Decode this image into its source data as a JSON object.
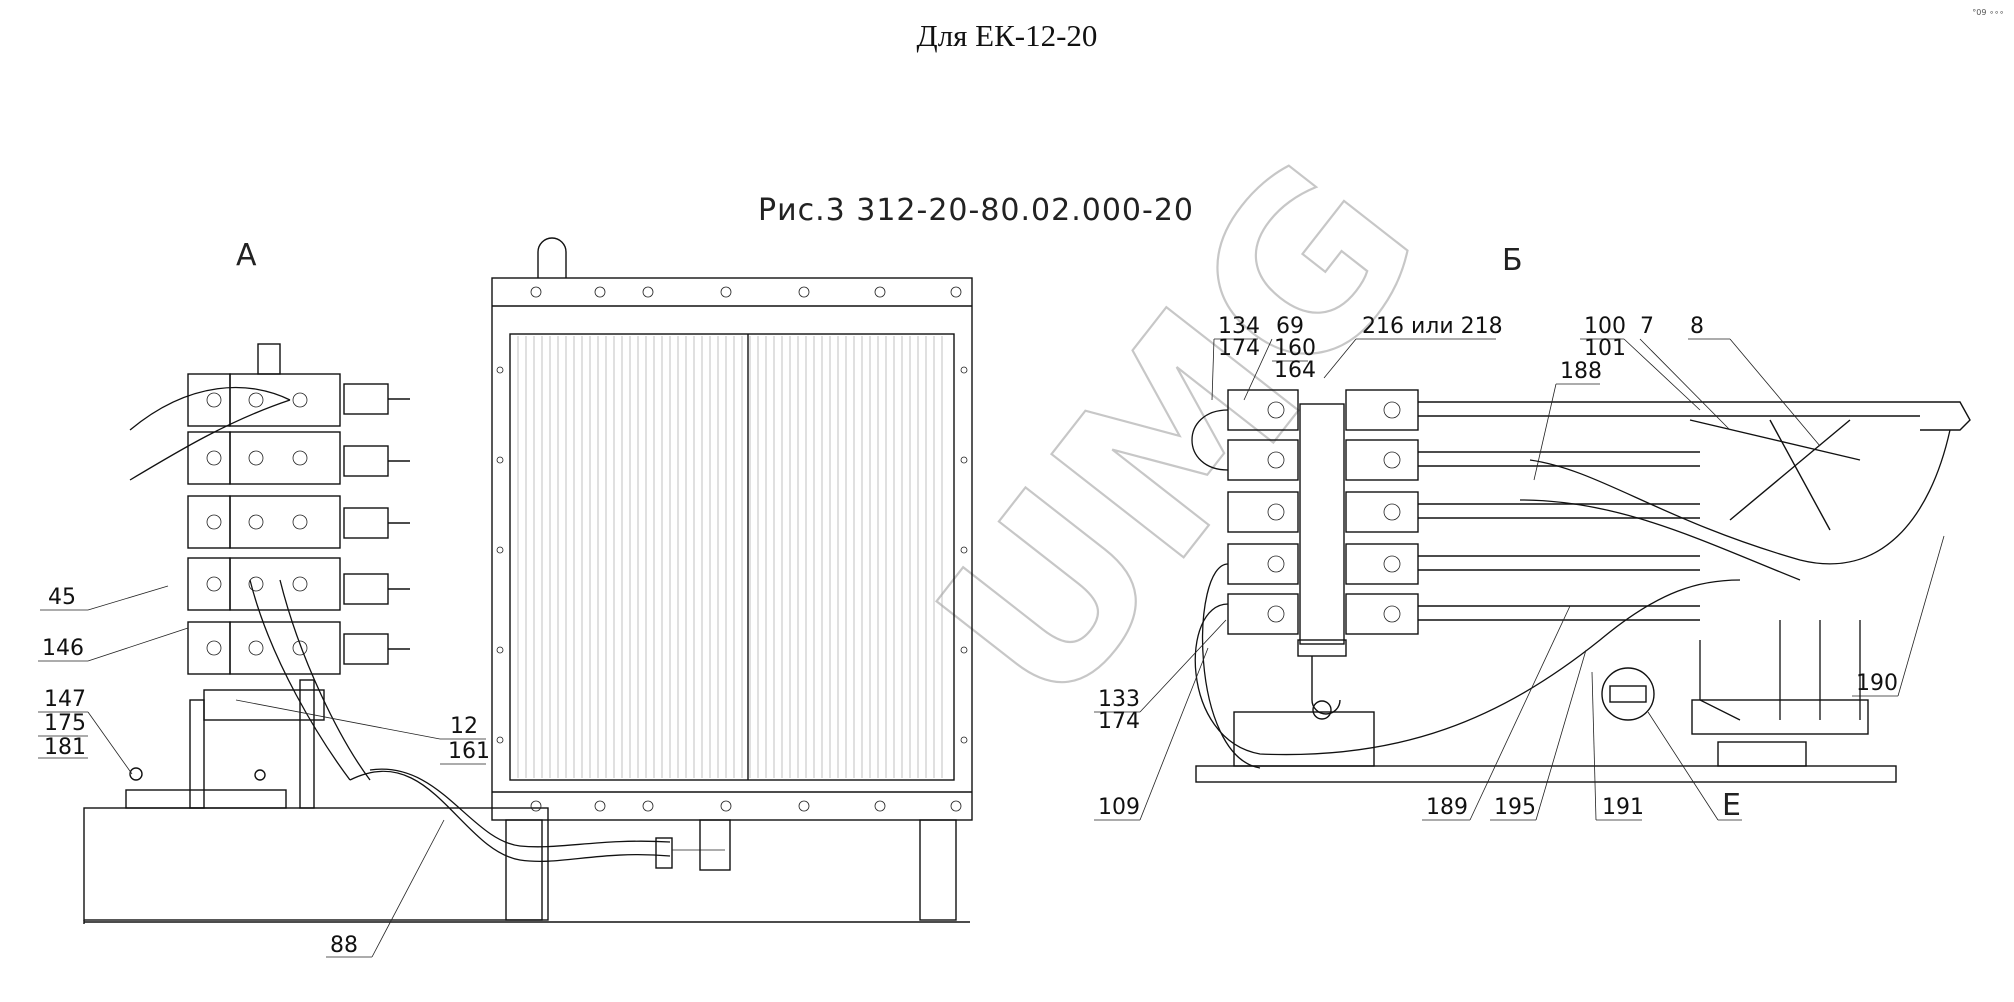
{
  "title": "Для ЕК-12-20",
  "corner_mark": "°09 ∘∘∘",
  "figure_caption": "Рис.3 312-20-80.02.000-20",
  "view_a": "А",
  "view_b": "Б",
  "view_e": "Е",
  "watermark": "UMG",
  "callouts_a": {
    "c45": "45",
    "c146": "146",
    "c147": "147",
    "c175": "175",
    "c181": "181",
    "c12": "12",
    "c161": "161",
    "c88": "88"
  },
  "callouts_b": {
    "c134": "134",
    "c174a": "174",
    "c69": "69",
    "c160": "160",
    "c164": "164",
    "c216": "216 или 218",
    "c100": "100",
    "c101": "101",
    "c7": "7",
    "c8": "8",
    "c188": "188",
    "c190": "190",
    "c133": "133",
    "c174b": "174",
    "c109": "109",
    "c189": "189",
    "c195": "195",
    "c191": "191"
  }
}
